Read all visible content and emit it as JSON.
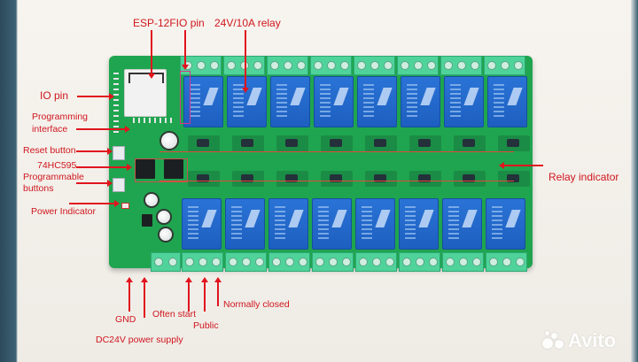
{
  "labels": {
    "esp_io_pin": "ESP-12FIO pin",
    "relay": "24V/10A relay",
    "io_pin": "IO pin",
    "programming_interface_1": "Programming",
    "programming_interface_2": "interface",
    "reset_button": "Reset button",
    "shift_register": "74HC595",
    "programmable_buttons_1": "Programmable",
    "programmable_buttons_2": "buttons",
    "power_indicator": "Power Indicator",
    "relay_indicator": "Relay indicator",
    "gnd": "GND",
    "often_start": "Often start",
    "public": "Public",
    "normally_closed": "Normally closed",
    "power_supply": "DC24V power supply"
  },
  "board": {
    "relay_count_top": 8,
    "relay_count_bottom": 8,
    "colors": {
      "pcb": "#1fa54f",
      "relay": "#2a73d6",
      "terminal": "#4fd39a",
      "annotation": "#d0161e"
    }
  },
  "watermark": {
    "text": "Avito"
  }
}
